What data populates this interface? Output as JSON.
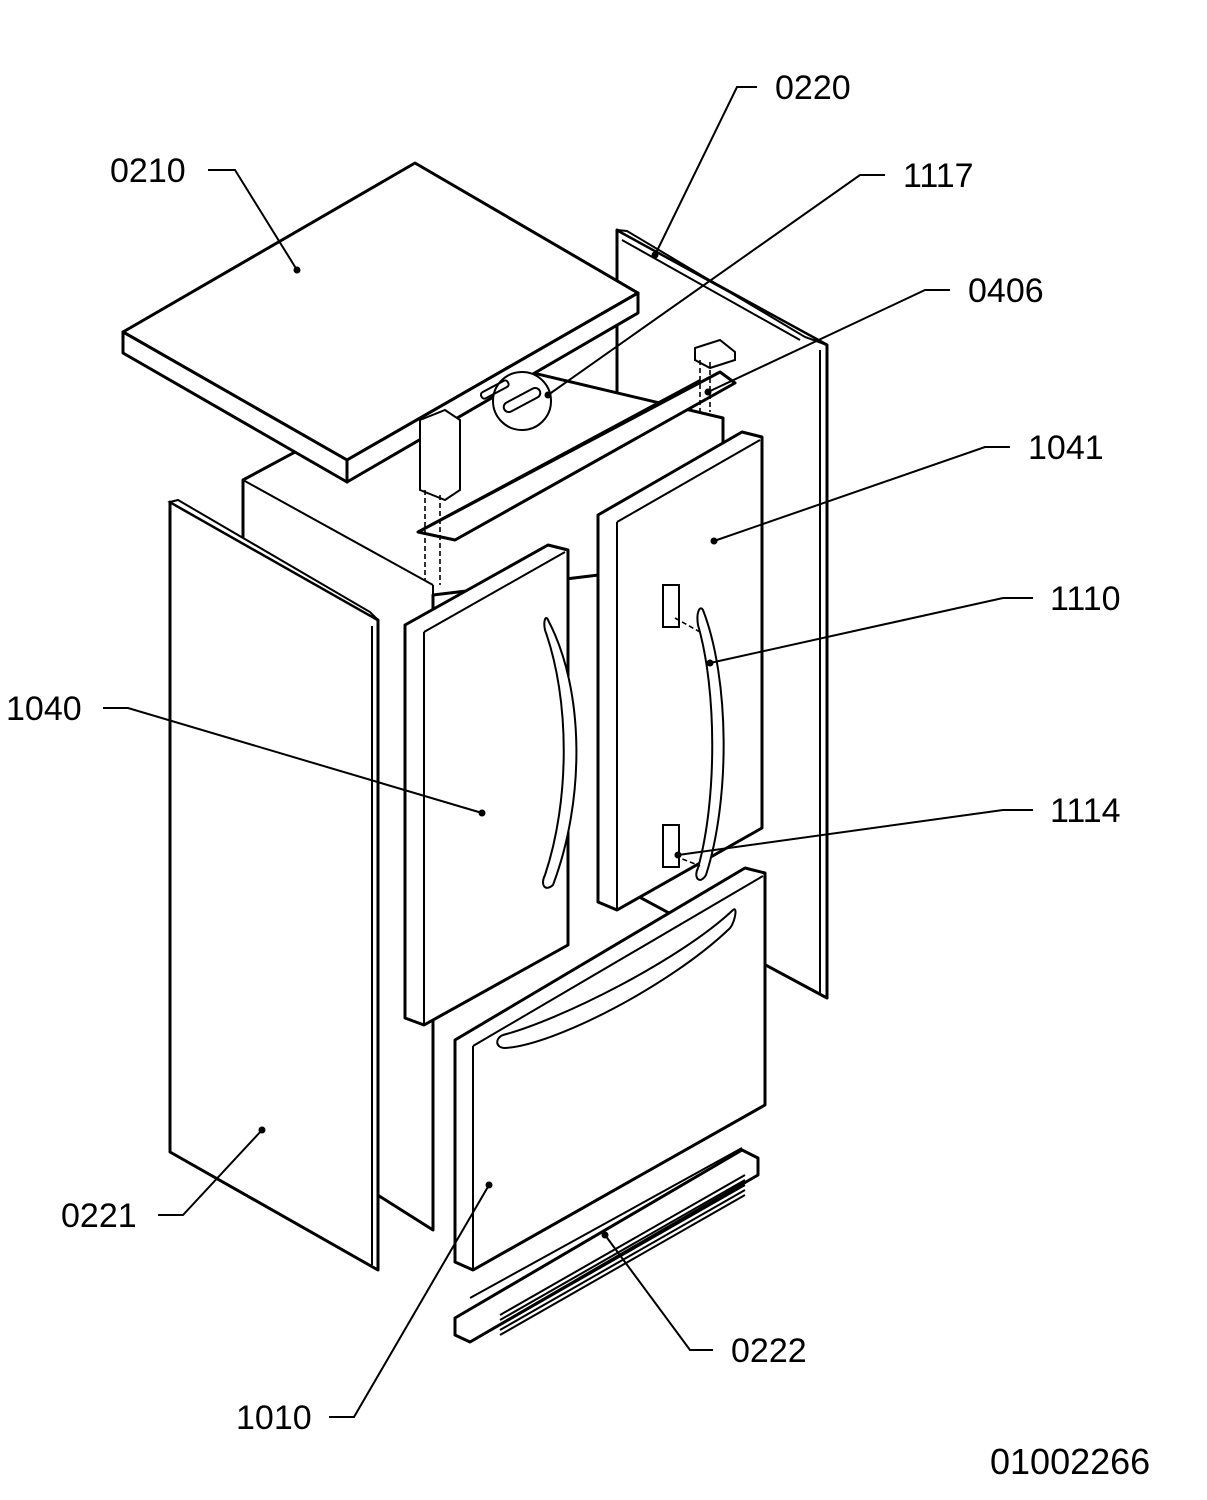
{
  "labels": {
    "p0220": "0220",
    "p0210": "0210",
    "p1117": "1117",
    "p0406": "0406",
    "p1041": "1041",
    "p1110": "1110",
    "p1040": "1040",
    "p1114": "1114",
    "p0221": "0221",
    "p0222": "0222",
    "p1010": "1010"
  },
  "drawing_number": "01002266"
}
